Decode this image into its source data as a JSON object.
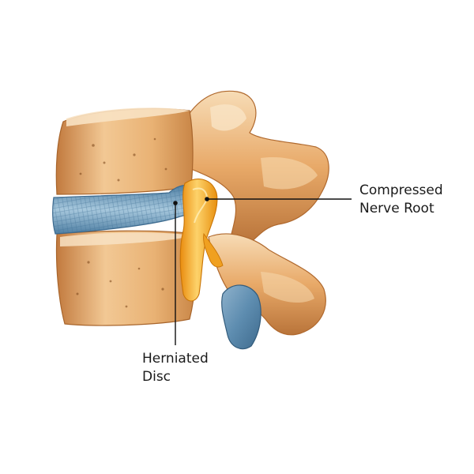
{
  "labels": {
    "nerve_root": {
      "line1": "Compressed",
      "line2": "Nerve Root"
    },
    "herniated_disc": {
      "line1": "Herniated",
      "line2": "Disc"
    }
  },
  "colors": {
    "bone": "#e6a866",
    "bone_light": "#f6dcb6",
    "bone_shadow": "#b76f34",
    "disc": "#5d8eb0",
    "disc_light": "#a9c9de",
    "nerve": "#f3a21a",
    "nerve_light": "#fcd36b",
    "leader_line": "#111111"
  }
}
